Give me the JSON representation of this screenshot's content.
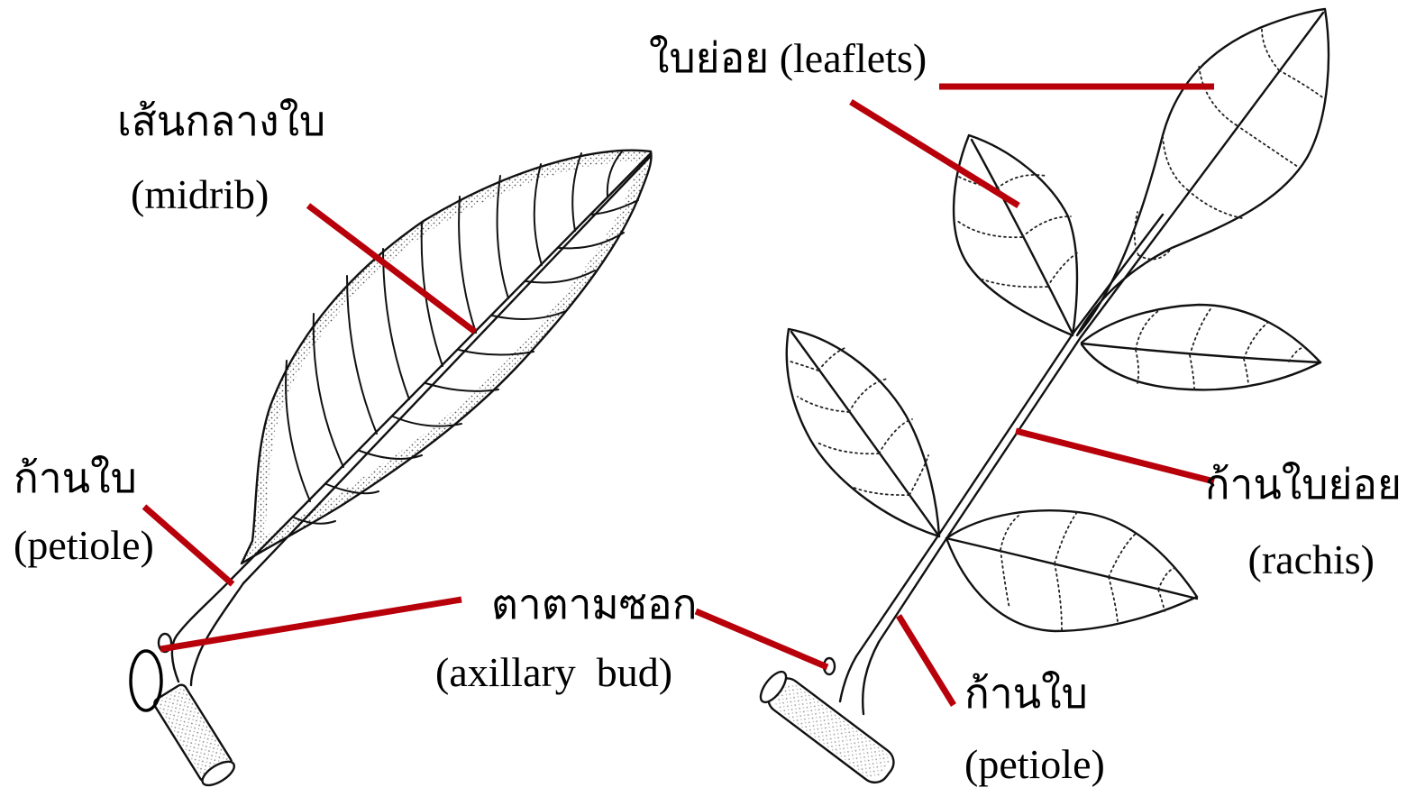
{
  "labels": {
    "simple_leaf": {
      "midrib_th": "เส้นกลางใบ",
      "midrib_en": "(midrib)",
      "petiole_th": "ก้านใบ",
      "petiole_en": "(petiole)"
    },
    "axillary_bud": {
      "th": "ตาตามซอก",
      "en": "(axillary  bud)"
    },
    "compound_leaf": {
      "leaflets": "ใบย่อย (leaflets)",
      "rachis_th": "ก้านใบย่อย",
      "rachis_en": "(rachis)",
      "petiole_th": "ก้านใบ",
      "petiole_en": "(petiole)"
    }
  },
  "colors": {
    "pointer_line": "#b8000b",
    "drawing_ink": "#111111",
    "highlight_ellipse": "#000000",
    "background": "#ffffff"
  }
}
